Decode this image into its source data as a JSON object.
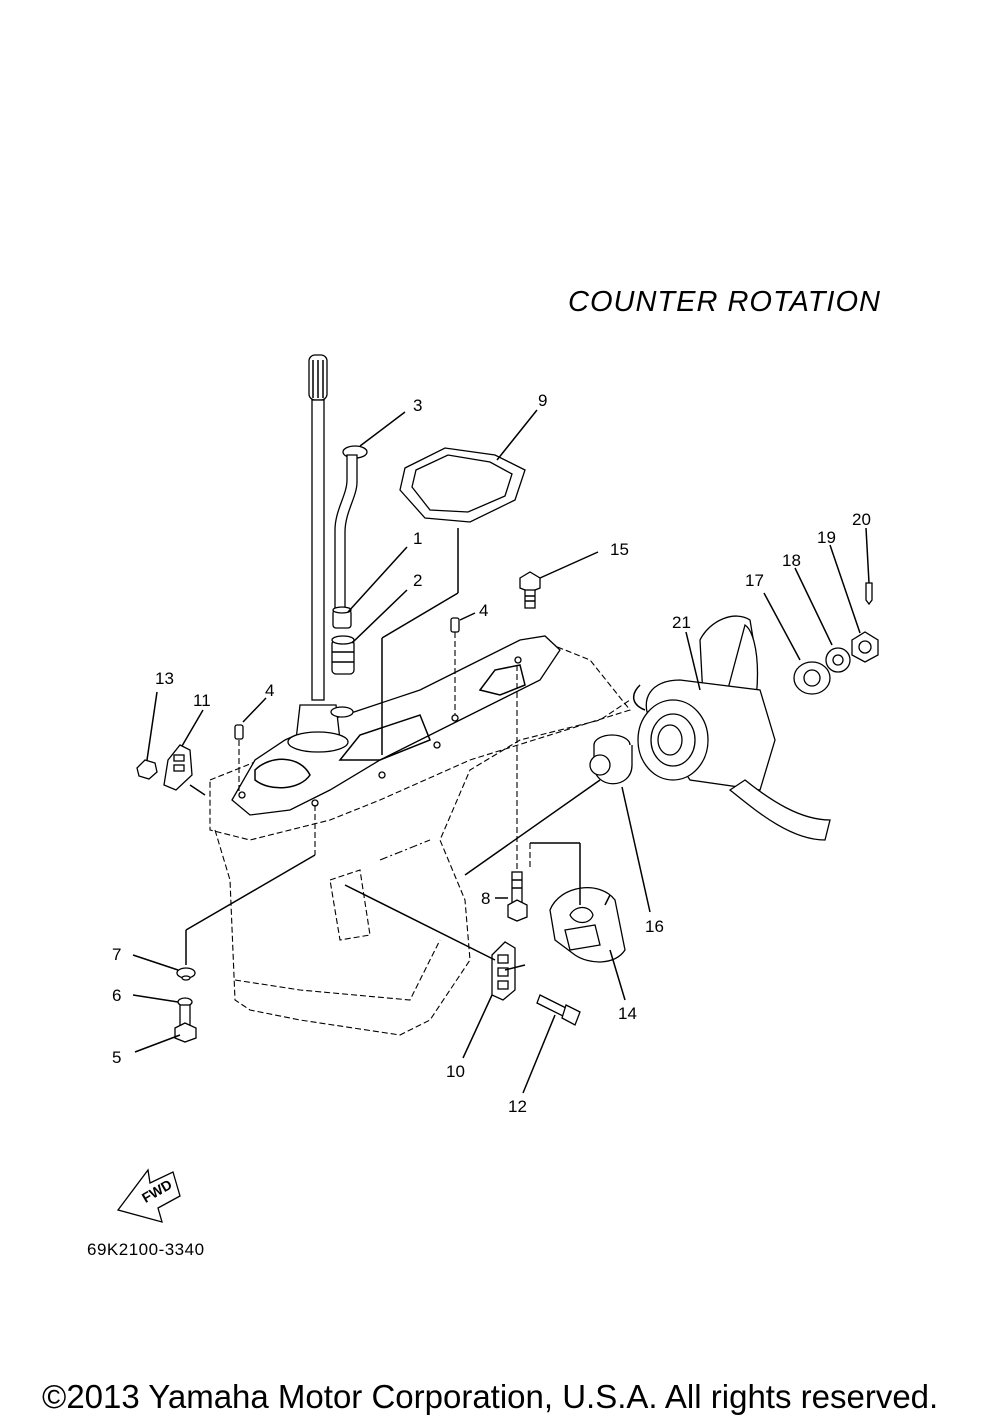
{
  "title": "COUNTER  ROTATION",
  "diagram_code": "69K2100-3340",
  "copyright": "©2013 Yamaha Motor Corporation, U.S.A. All rights reserved.",
  "fwd_label": "FWD",
  "callouts": {
    "c1": "1",
    "c2": "2",
    "c3": "3",
    "c4a": "4",
    "c4b": "4",
    "c5": "5",
    "c6": "6",
    "c7": "7",
    "c8": "8",
    "c9": "9",
    "c10": "10",
    "c11": "11",
    "c12": "12",
    "c13": "13",
    "c14": "14",
    "c15": "15",
    "c16": "16",
    "c17": "17",
    "c18": "18",
    "c19": "19",
    "c20": "20",
    "c21": "21"
  }
}
